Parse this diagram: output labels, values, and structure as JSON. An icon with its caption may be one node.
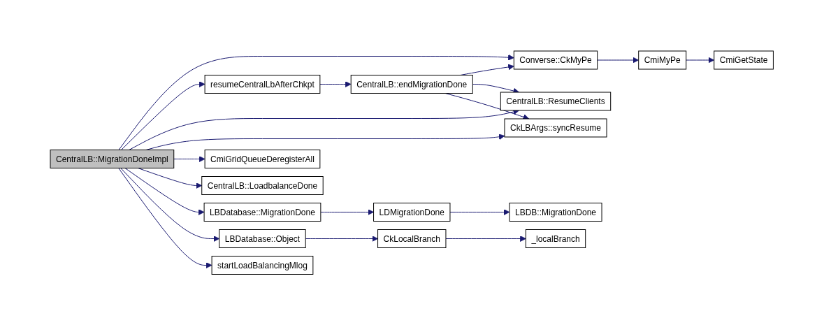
{
  "diagram": {
    "nodes": [
      {
        "text": [
          "CentralLB::MigrationDoneImpl"
        ]
      },
      {
        "text": [
          "resumeCentralLbAfterChkpt"
        ]
      },
      {
        "text": [
          "CentralLB::endMigrationDone"
        ]
      },
      {
        "text": [
          "Converse::CkMyPe"
        ]
      },
      {
        "text": [
          "CmiMyPe"
        ]
      },
      {
        "text": [
          "CmiGetState"
        ]
      },
      {
        "text": [
          "CentralLB::ResumeClients"
        ]
      },
      {
        "text": [
          "CkLBArgs::syncResume"
        ]
      },
      {
        "text": [
          "CmiGridQueueDeregisterAll"
        ]
      },
      {
        "text": [
          "CentralLB::LoadbalanceDone"
        ]
      },
      {
        "text": [
          "LBDatabase::MigrationDone"
        ]
      },
      {
        "text": [
          "LDMigrationDone"
        ]
      },
      {
        "text": [
          "LBDB::MigrationDone"
        ]
      },
      {
        "text": [
          "LBDatabase::Object"
        ]
      },
      {
        "text": [
          "CkLocalBranch"
        ]
      },
      {
        "text": [
          "_localBranch"
        ]
      },
      {
        "text": [
          "startLoadBalancingMlog"
        ]
      }
    ],
    "edges": [
      {
        "from": 0,
        "to": 3,
        "arrow": "to"
      },
      {
        "from": 0,
        "to": 1,
        "arrow": "to"
      },
      {
        "from": 0,
        "to": 6,
        "arrow": "to"
      },
      {
        "from": 0,
        "to": 7,
        "arrow": "to"
      },
      {
        "from": 0,
        "to": 8,
        "arrow": "to"
      },
      {
        "from": 0,
        "to": 9,
        "arrow": "to"
      },
      {
        "from": 0,
        "to": 10,
        "arrow": "to"
      },
      {
        "from": 0,
        "to": 13,
        "arrow": "to"
      },
      {
        "from": 0,
        "to": 16,
        "arrow": "to"
      },
      {
        "from": 1,
        "to": 2,
        "arrow": "to"
      },
      {
        "from": 2,
        "to": 3,
        "arrow": "to"
      },
      {
        "from": 2,
        "to": 6,
        "arrow": "to"
      },
      {
        "from": 2,
        "to": 7,
        "arrow": "to"
      },
      {
        "from": 3,
        "to": 4,
        "arrow": "to"
      },
      {
        "from": 4,
        "to": 5,
        "arrow": "to"
      },
      {
        "from": 10,
        "to": 11,
        "arrow": "to"
      },
      {
        "from": 11,
        "to": 12,
        "arrow": "to"
      },
      {
        "from": 13,
        "to": 14,
        "arrow": "to"
      },
      {
        "from": 14,
        "to": 15,
        "arrow": "to"
      }
    ]
  }
}
